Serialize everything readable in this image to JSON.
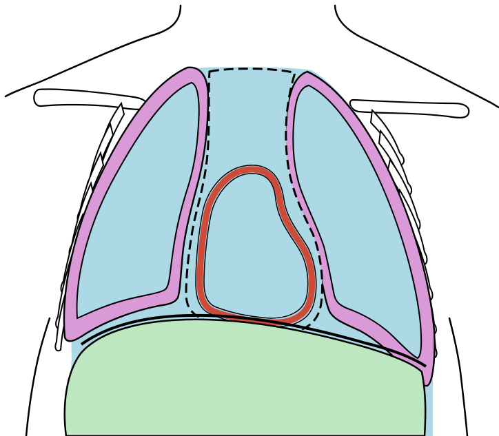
{
  "diagram": {
    "colors": {
      "cavity_fill": "#add8e6",
      "pleura_fill": "#d99ad7",
      "pericardium_stroke": "#cc4b39",
      "diaphragm_fill": "#bde7c0",
      "line": "#000000",
      "background": "#ffffff"
    },
    "regions": [
      "thoracic-cavity",
      "left-pleura",
      "left-lung",
      "right-pleura",
      "right-lung",
      "mediastinum",
      "pericardial-cavity",
      "diaphragm",
      "abdominal-cavity"
    ]
  }
}
